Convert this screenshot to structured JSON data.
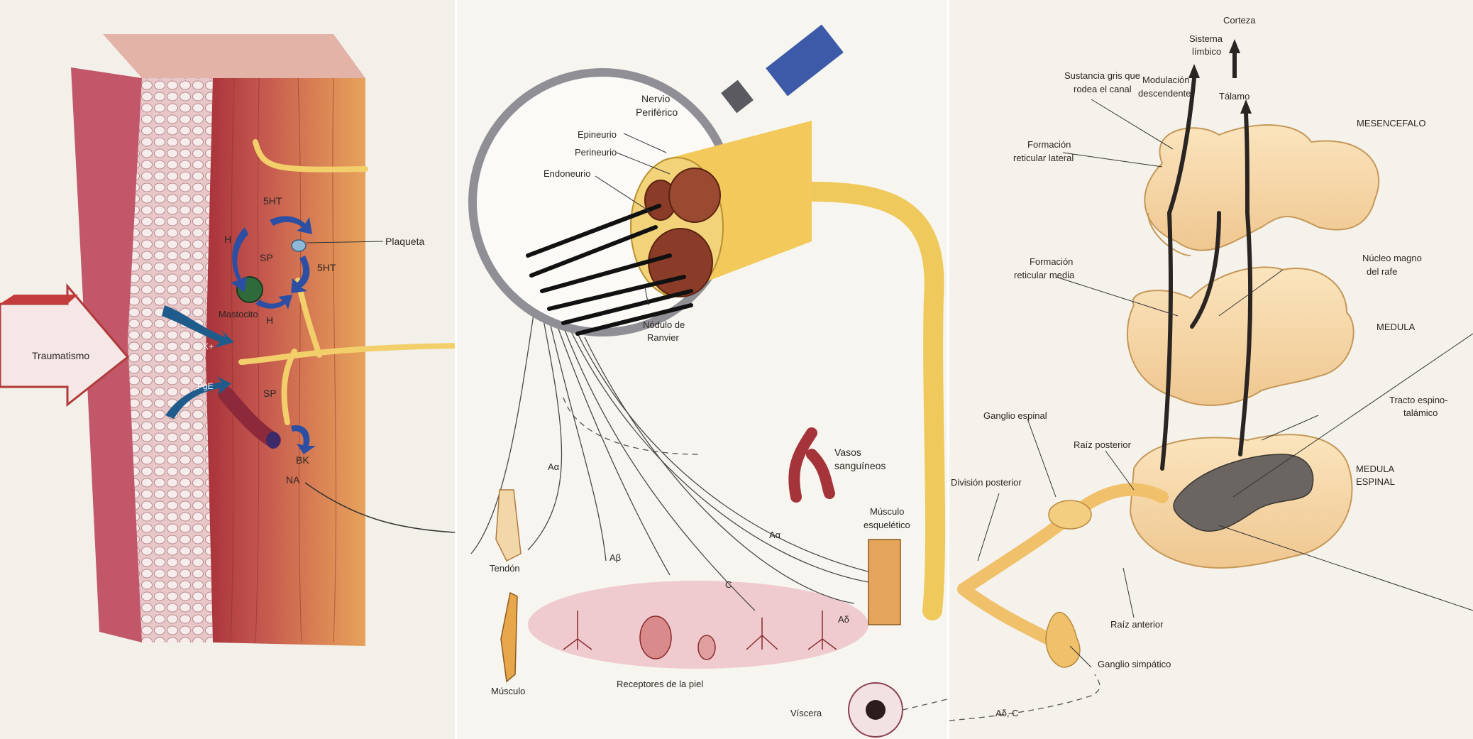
{
  "panel_trauma": {
    "arrow_label": "Traumatismo",
    "plaqueta": "Plaqueta",
    "mastocito": "Mastocito",
    "h_top": "H",
    "h_bottom": "H",
    "serotonin_top": "5HT",
    "serotonin_mid": "5HT",
    "sp_top": "SP",
    "sp_bottom": "SP",
    "potassium": "K+",
    "pge": "PgE",
    "bk": "BK",
    "na": "NA"
  },
  "panel_nerve": {
    "nervio_line1": "Nervio",
    "nervio_line2": "Periférico",
    "epineurio": "Epineurio",
    "perineurio": "Perineurio",
    "endoneurio": "Endoneurio",
    "nodulo_line1": "Nódulo de",
    "nodulo_line2": "Ranvier",
    "vasos_line1": "Vasos",
    "vasos_line2": "sanguíneos",
    "aalpha_left": "Aα",
    "aalpha_right": "Aα",
    "abeta": "Aβ",
    "c_fiber": "C",
    "adelta": "Aδ",
    "tendon": "Tendón",
    "musculo": "Músculo",
    "musculo_esq_line1": "Músculo",
    "musculo_esq_line2": "esquelético",
    "receptores": "Receptores de la piel",
    "viscera": "Víscera"
  },
  "panel_spinal": {
    "corteza": "Corteza",
    "sistema_line1": "Sistema",
    "sistema_line2": "límbico",
    "sustancia_line1": "Sustancia gris que",
    "sustancia_line2": "rodea el canal",
    "modulacion_line1": "Modulación",
    "modulacion_line2": "descendente",
    "talamo": "Tálamo",
    "mesencefalo": "MESENCEFALO",
    "frl_line1": "Formación",
    "frl_line2": "reticular lateral",
    "frm_line1": "Formación",
    "frm_line2": "reticular media",
    "nucleo_line1": "Núcleo magno",
    "nucleo_line2": "del rafe",
    "medula": "MEDULA",
    "tracto_line1": "Tracto espino-",
    "tracto_line2": "talámico",
    "ganglio_espinal": "Ganglio espinal",
    "raiz_posterior": "Raíz posterior",
    "medula_espinal_line1": "MEDULA",
    "medula_espinal_line2": "ESPINAL",
    "division_posterior": "División posterior",
    "raiz_anterior": "Raíz anterior",
    "ganglio_simpatico": "Ganglio simpático",
    "adelta_c": "Aδ, C"
  }
}
